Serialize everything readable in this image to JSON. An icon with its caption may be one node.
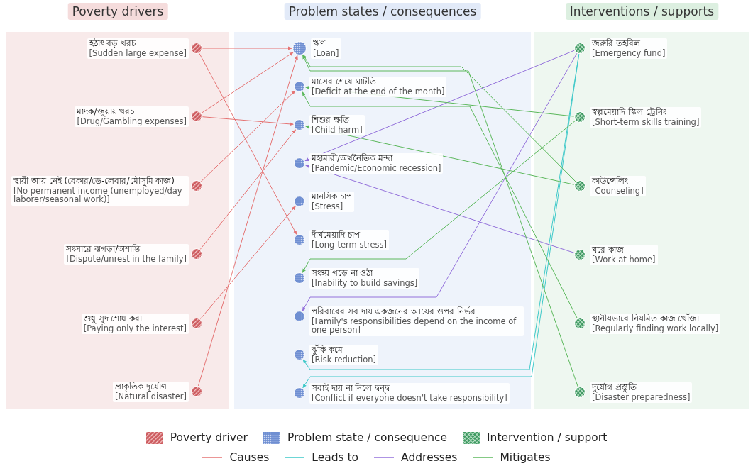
{
  "diagram": {
    "nodes": [
      {
        "text": [
          "Poverty drivers"
        ]
      },
      {
        "text": [
          "হঠাৎ বড় খরচ",
          "[Sudden large expense]"
        ],
        "in": 0
      },
      {
        "text": [
          "মাদক/জুয়ায় খরচ",
          "[Drug/Gambling expenses]"
        ],
        "in": 0
      },
      {
        "text": [
          "স্থায়ী আয় নেই (বেকার/ডে-লেবার/মৌসুমি কাজ)",
          "[No permanent income (unemployed/day laborer/seasonal work)]"
        ],
        "in": 0
      },
      {
        "text": [
          "সংসারে ঝগড়া/অশান্তি",
          "[Dispute/unrest in the family]"
        ],
        "in": 0
      },
      {
        "text": [
          "শুধু সুদ শোধ করা",
          "[Paying only the interest]"
        ],
        "in": 0
      },
      {
        "text": [
          "প্রাকৃতিক দুর্যোগ",
          "[Natural disaster]"
        ],
        "in": 0
      },
      {
        "text": [
          "Problem states / consequences"
        ]
      },
      {
        "text": [
          "ঋণ",
          "[Loan]"
        ],
        "in": 7
      },
      {
        "text": [
          "মাসের শেষে ঘাটতি",
          "[Deficit at the end of the month]"
        ],
        "in": 7
      },
      {
        "text": [
          "শিশুর ক্ষতি",
          "[Child harm]"
        ],
        "in": 7
      },
      {
        "text": [
          "মহামারী/অর্থনৈতিক মন্দা",
          "[Pandemic/Economic recession]"
        ],
        "in": 7
      },
      {
        "text": [
          "মানসিক চাপ",
          "[Stress]"
        ],
        "in": 7
      },
      {
        "text": [
          "দীর্ঘমেয়াদি চাপ",
          "[Long-term stress]"
        ],
        "in": 7
      },
      {
        "text": [
          "সঞ্চয় গড়ে না ওঠা",
          "[Inability to build savings]"
        ],
        "in": 7
      },
      {
        "text": [
          "পরিবারের সব দায় একজনের আয়ের ওপর নির্ভর",
          "[Family's responsibilities depend on the income of one person]"
        ],
        "in": 7
      },
      {
        "text": [
          "ঝুঁকি কমে",
          "[Risk reduction]"
        ],
        "in": 7
      },
      {
        "text": [
          "সবাই দায় না নিলে দ্বন্দ্ব",
          "[Conflict if everyone doesn't take responsibility]"
        ],
        "in": 7
      },
      {
        "text": [
          "Interventions / supports"
        ]
      },
      {
        "text": [
          "জরুরি তহবিল",
          "[Emergency fund]"
        ],
        "in": 18
      },
      {
        "text": [
          "স্বল্পমেয়াদি স্কিল ট্রেনিং",
          "[Short-term skills training]"
        ],
        "in": 18
      },
      {
        "text": [
          "কাউন্সেলিং",
          "[Counseling]"
        ],
        "in": 18
      },
      {
        "text": [
          "ঘরে কাজ",
          "[Work at home]"
        ],
        "in": 18
      },
      {
        "text": [
          "স্থানীয়ভাবে নিয়মিত কাজ খোঁজা",
          "[Regularly finding work locally]"
        ],
        "in": 18
      },
      {
        "text": [
          "দুর্যোগ প্রস্তুতি",
          "[Disaster preparedness]"
        ],
        "in": 18
      }
    ],
    "edges": [
      {
        "from": 1,
        "to": 8,
        "arrow": "to"
      },
      {
        "from": 1,
        "to": 13,
        "arrow": "to"
      },
      {
        "from": 2,
        "to": 8,
        "arrow": "to"
      },
      {
        "from": 2,
        "to": 10,
        "arrow": "to"
      },
      {
        "from": 3,
        "to": 9,
        "arrow": "to"
      },
      {
        "from": 4,
        "to": 10,
        "arrow": "to"
      },
      {
        "from": 5,
        "to": 12,
        "arrow": "to"
      },
      {
        "from": 6,
        "to": 8,
        "arrow": "to"
      },
      {
        "from": 19,
        "to": 11,
        "arrow": "to",
        "color": "#9370db"
      },
      {
        "from": 19,
        "to": 15,
        "arrow": "to",
        "color": "#9370db"
      },
      {
        "from": 22,
        "to": 11,
        "arrow": "to",
        "color": "#9370db"
      },
      {
        "from": 19,
        "to": 16,
        "arrow": "to",
        "color": "#3cc8c8"
      },
      {
        "from": 19,
        "to": 17,
        "arrow": "to",
        "color": "#3cc8c8"
      },
      {
        "from": 21,
        "to": 8,
        "arrow": "to",
        "color": "#5cb85c"
      },
      {
        "from": 24,
        "to": 8,
        "arrow": "to",
        "color": "#5cb85c"
      },
      {
        "from": 20,
        "to": 9,
        "arrow": "to",
        "color": "#5cb85c"
      },
      {
        "from": 23,
        "to": 9,
        "arrow": "to",
        "color": "#5cb85c"
      },
      {
        "from": 21,
        "to": 10,
        "arrow": "to",
        "color": "#5cb85c"
      },
      {
        "from": 20,
        "to": 14,
        "arrow": "to",
        "color": "#5cb85c"
      }
    ],
    "legend": [
      {
        "text": "Poverty driver"
      },
      {
        "text": "Problem state / consequence"
      },
      {
        "text": "Intervention / support"
      },
      {
        "text": "Causes"
      },
      {
        "text": "Leads to"
      },
      {
        "text": "Addresses"
      },
      {
        "text": "Mitigates"
      }
    ]
  }
}
